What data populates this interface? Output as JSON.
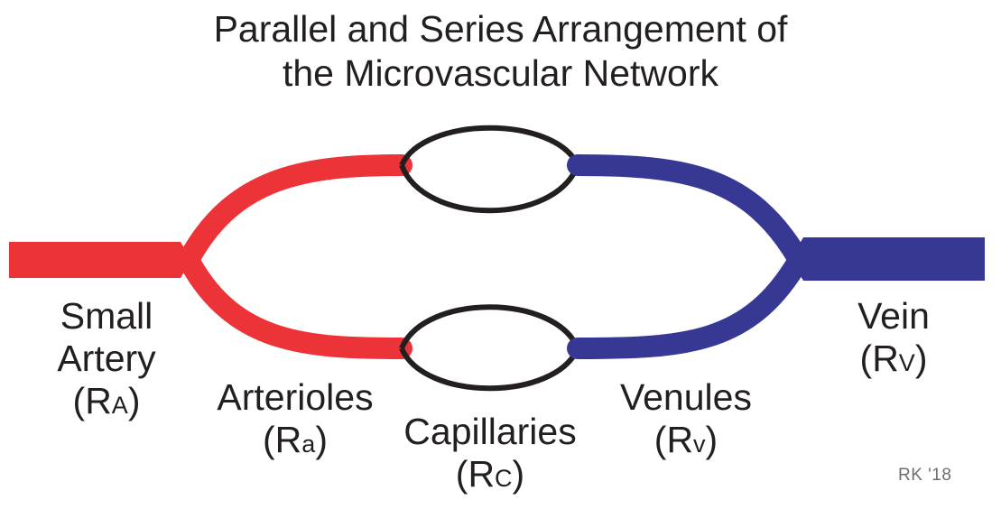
{
  "title": {
    "line1": "Parallel and Series Arrangement of",
    "line2": "the Microvascular Network"
  },
  "labels": {
    "small_artery": {
      "line1": "Small",
      "line2": "Artery",
      "symbol": "R",
      "sub": "A"
    },
    "arterioles": {
      "line1": "Arterioles",
      "symbol": "R",
      "sub": "a"
    },
    "capillaries": {
      "line1": "Capillaries",
      "symbol": "R",
      "sub": "C"
    },
    "venules": {
      "line1": "Venules",
      "symbol": "R",
      "sub": "v"
    },
    "vein": {
      "line1": "Vein",
      "symbol": "R",
      "sub": "V"
    }
  },
  "credit": "RK '18",
  "colors": {
    "artery": "#ec3338",
    "vein": "#373893",
    "capillary": "#231f20",
    "text": "#231f20"
  }
}
